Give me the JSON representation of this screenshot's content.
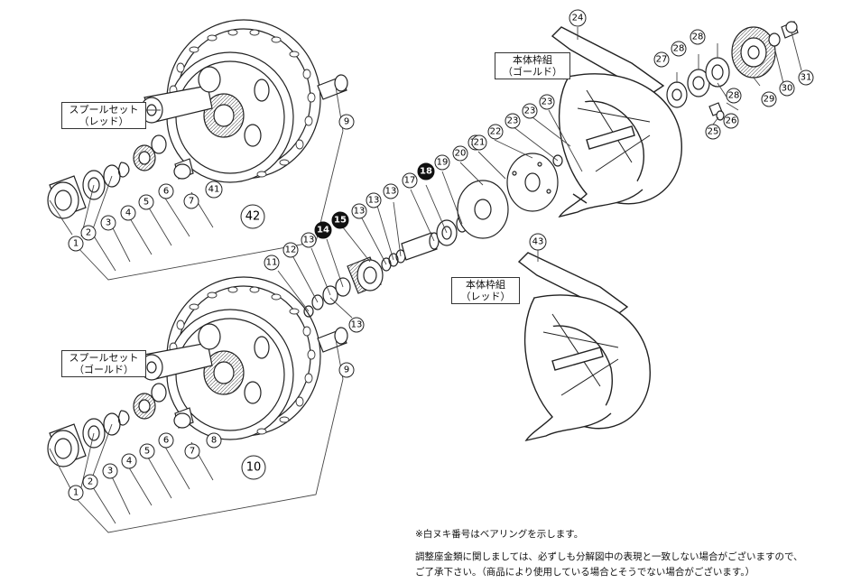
{
  "callouts": {
    "spool_red": "スプールセット\n（レッド）",
    "spool_gold": "スプールセット\n（ゴールド）",
    "body_gold": "本体枠組\n（ゴールド）",
    "body_red": "本体枠組\n（レッド）"
  },
  "notes": {
    "bearing": "※白ヌキ番号はベアリングを示します。",
    "line1": "調整座金類に関しましては、必ずしも分解図中の表現と一致しない場合がございますので、",
    "line2": "ご了承下さい。（商品により使用している場合とそうでない場合がございます。）"
  },
  "parts": {
    "p1a": "1",
    "p2a": "2",
    "p3a": "3",
    "p4a": "4",
    "p5a": "5",
    "p6a": "6",
    "p7a": "7",
    "p41": "41",
    "p42": "42",
    "p9a": "9",
    "p1b": "1",
    "p2b": "2",
    "p3b": "3",
    "p4b": "4",
    "p5b": "5",
    "p6b": "6",
    "p7b": "7",
    "p8b": "8",
    "p10": "10",
    "p9b": "9",
    "p11": "11",
    "p12": "12",
    "p13a": "13",
    "p14": "14",
    "p15": "15",
    "p13b": "13",
    "p13c": "13",
    "p13d": "13",
    "p17": "17",
    "p18": "18",
    "p19": "19",
    "p20": "20",
    "p21": "21",
    "p22": "22",
    "p23a": "23",
    "p23b": "23",
    "p23c": "23",
    "p13e": "13",
    "p24": "24",
    "p25": "25",
    "p26": "26",
    "p27": "27",
    "p28a": "28",
    "p28b": "28",
    "p28c": "28",
    "p29": "29",
    "p30": "30",
    "p31": "31",
    "p43": "43"
  }
}
